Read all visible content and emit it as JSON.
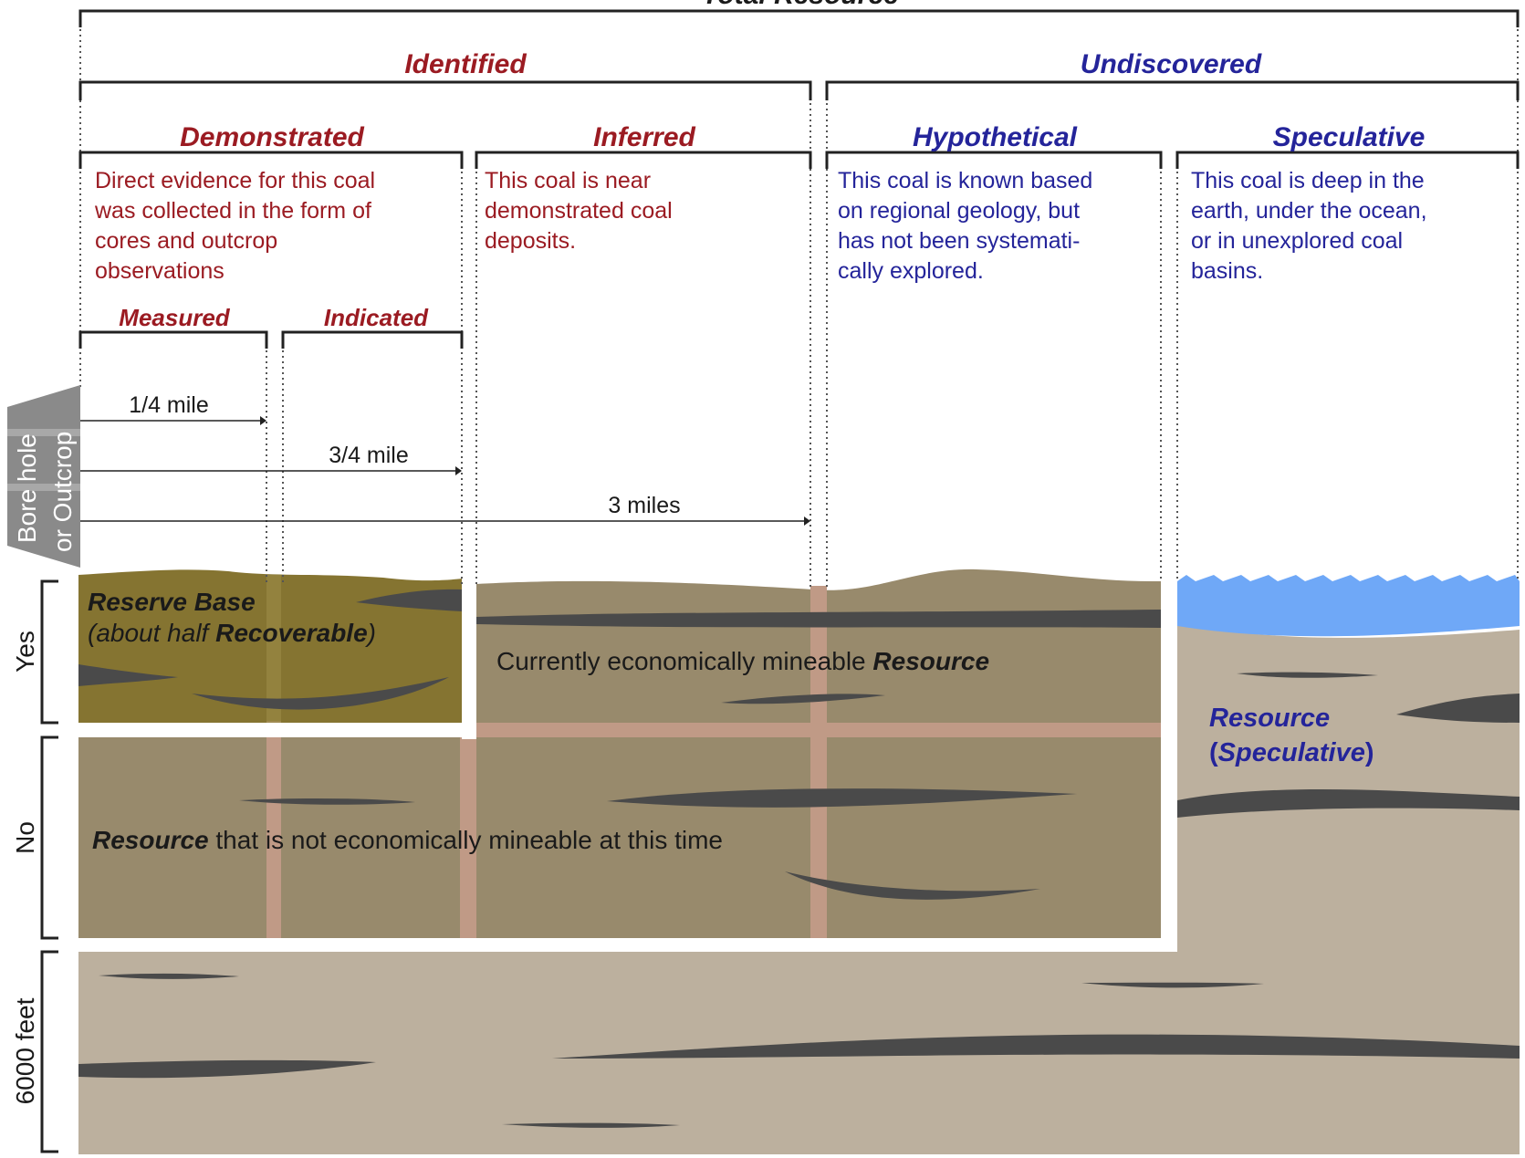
{
  "titles": {
    "total": "Total Resource",
    "identified": "Identified",
    "undiscovered": "Undiscovered",
    "demonstrated": "Demonstrated",
    "inferred": "Inferred",
    "hypothetical": "Hypothetical",
    "speculative": "Speculative",
    "measured": "Measured",
    "indicated": "Indicated"
  },
  "descriptions": {
    "demonstrated": [
      "Direct evidence for this coal",
      "was collected in the form of",
      "cores and outcrop",
      "observations"
    ],
    "inferred": [
      "This coal is near",
      "demonstrated coal",
      "deposits."
    ],
    "hypothetical": [
      "This coal is known based",
      "on regional geology, but",
      "has not been systemati-",
      "cally explored."
    ],
    "speculative": [
      "This coal is deep in the",
      "earth, under the ocean,",
      "or in unexplored coal",
      "basins."
    ]
  },
  "origin": {
    "line1": "Bore hole",
    "line2": "or Outcrop"
  },
  "distances": {
    "quarter": "1/4 mile",
    "three_quarter": "3/4 mile",
    "three": "3 miles"
  },
  "reserve": {
    "title": "Reserve Base",
    "paren_open": "(about half ",
    "recoverable": "Recoverable",
    "paren_close": ")"
  },
  "economic": {
    "text": "Currently economically mineable ",
    "bold": "Resource"
  },
  "not_economic": {
    "bold": "Resource",
    "text": " that is not economically mineable at this time"
  },
  "speculative_resource": {
    "line1": "Resource",
    "line2_open": "(",
    "line2_bold": "Speculative",
    "line2_close": ")"
  },
  "side_labels": {
    "yes": "Yes",
    "no": "No",
    "depth": "6000 feet"
  },
  "colors": {
    "identified": "#9b1b22",
    "undiscovered": "#24249a",
    "reserve_fill": "#857431",
    "economic_fill": "#988a6c",
    "deep_fill": "#bcb09e",
    "water": "#6fa8f7",
    "grid_band": "#c09a86",
    "coal_seam": "#4a4a4a"
  }
}
